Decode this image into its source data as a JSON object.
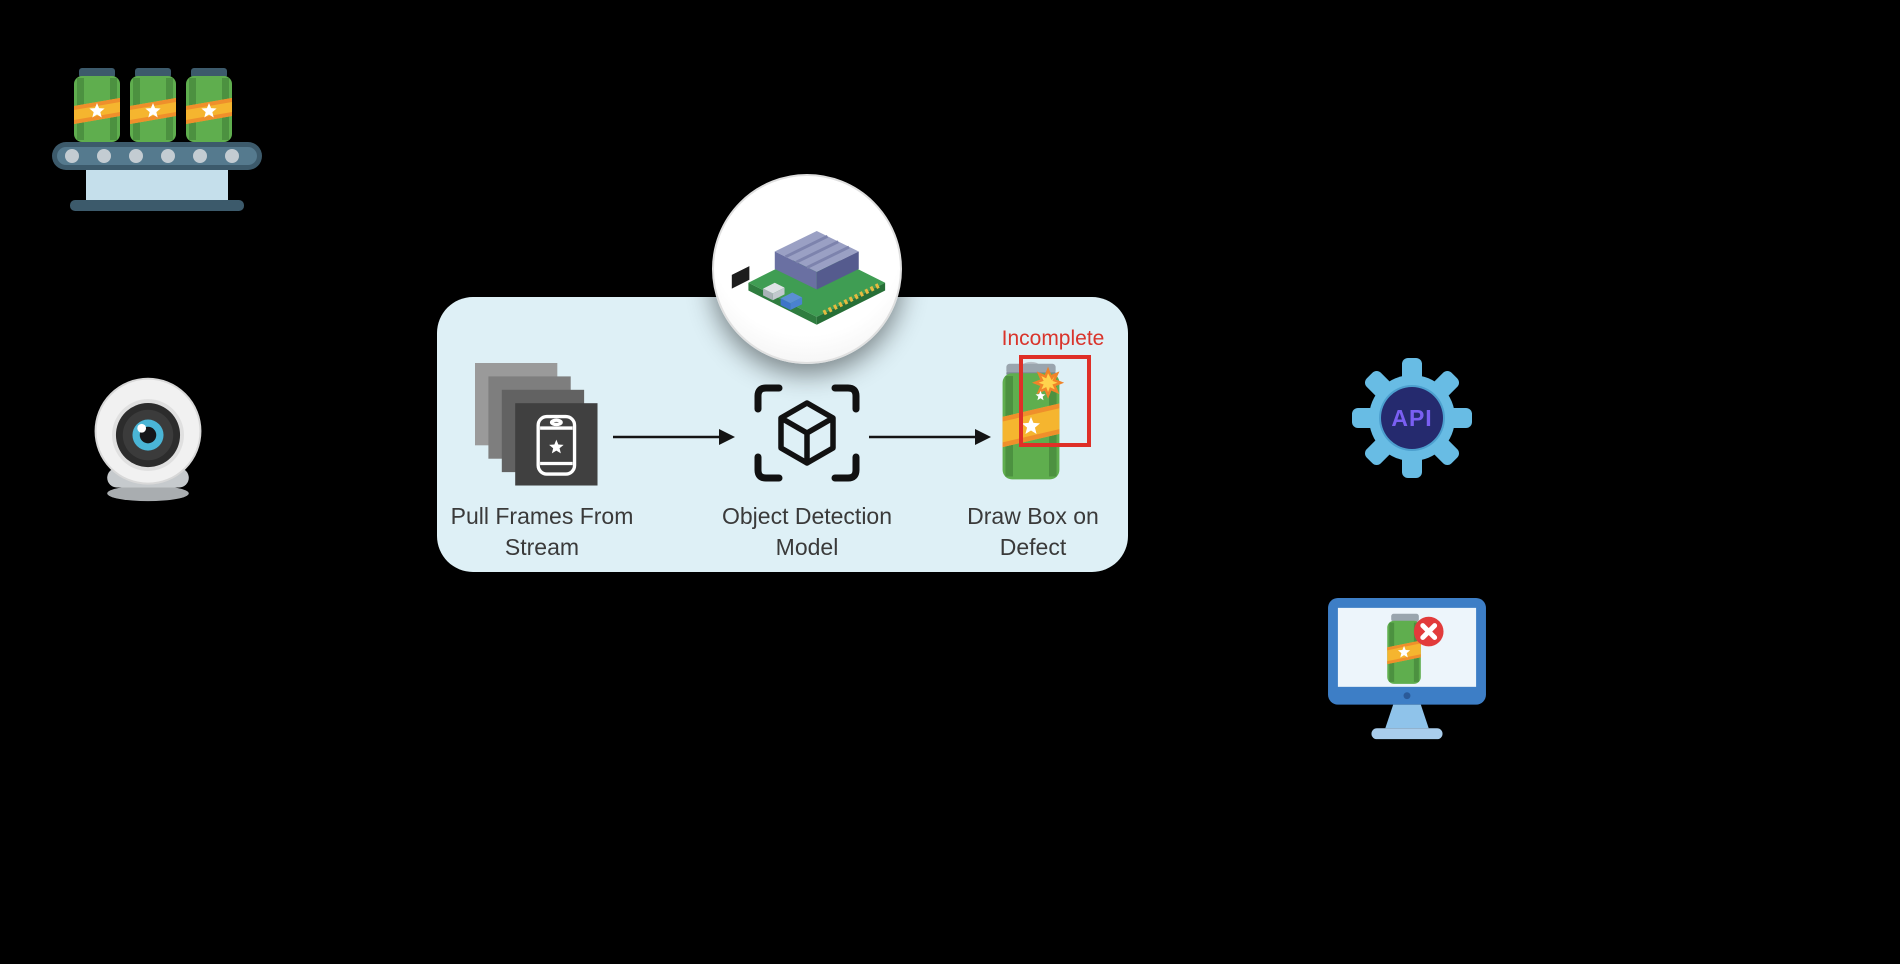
{
  "scene": {
    "background_color": "#000000"
  },
  "panel": {
    "background_color": "#def0f6",
    "steps": [
      {
        "icon": "frames-stack-icon",
        "line1": "Pull Frames From",
        "line2": "Stream"
      },
      {
        "icon": "object-detection-icon",
        "line1": "Object Detection",
        "line2": "Model"
      },
      {
        "icon": "defect-can-icon",
        "line1": "Draw Box on",
        "line2": "Defect"
      }
    ],
    "defect_annotation": {
      "label": "Incomplete",
      "color": "#d9342b"
    }
  },
  "api_badge": {
    "label": "API"
  },
  "peripheral_icons": [
    "cans-conveyor-icon",
    "security-camera-icon",
    "edge-device-board-icon",
    "frames-stack-icon",
    "object-detection-icon",
    "defect-can-icon",
    "api-gear-icon",
    "monitor-reject-icon"
  ],
  "colors": {
    "background": "#000000",
    "panel_bg": "#def0f6",
    "label_text": "#3a3a3a",
    "annotation_red": "#d9342b",
    "bounding_box_red": "#df2f27",
    "arrow_black": "#141414",
    "can_green": "#5fae4e",
    "can_green_dark": "#4c9140",
    "can_band_yellow": "#f5b52f",
    "can_band_orange": "#ef8f2b",
    "gear_blue": "#68bce4",
    "api_circle_navy": "#252a6e",
    "api_text_purple": "#7a5ff2",
    "monitor_blue": "#3d7ec6",
    "belt_slate": "#3c5a6b"
  }
}
